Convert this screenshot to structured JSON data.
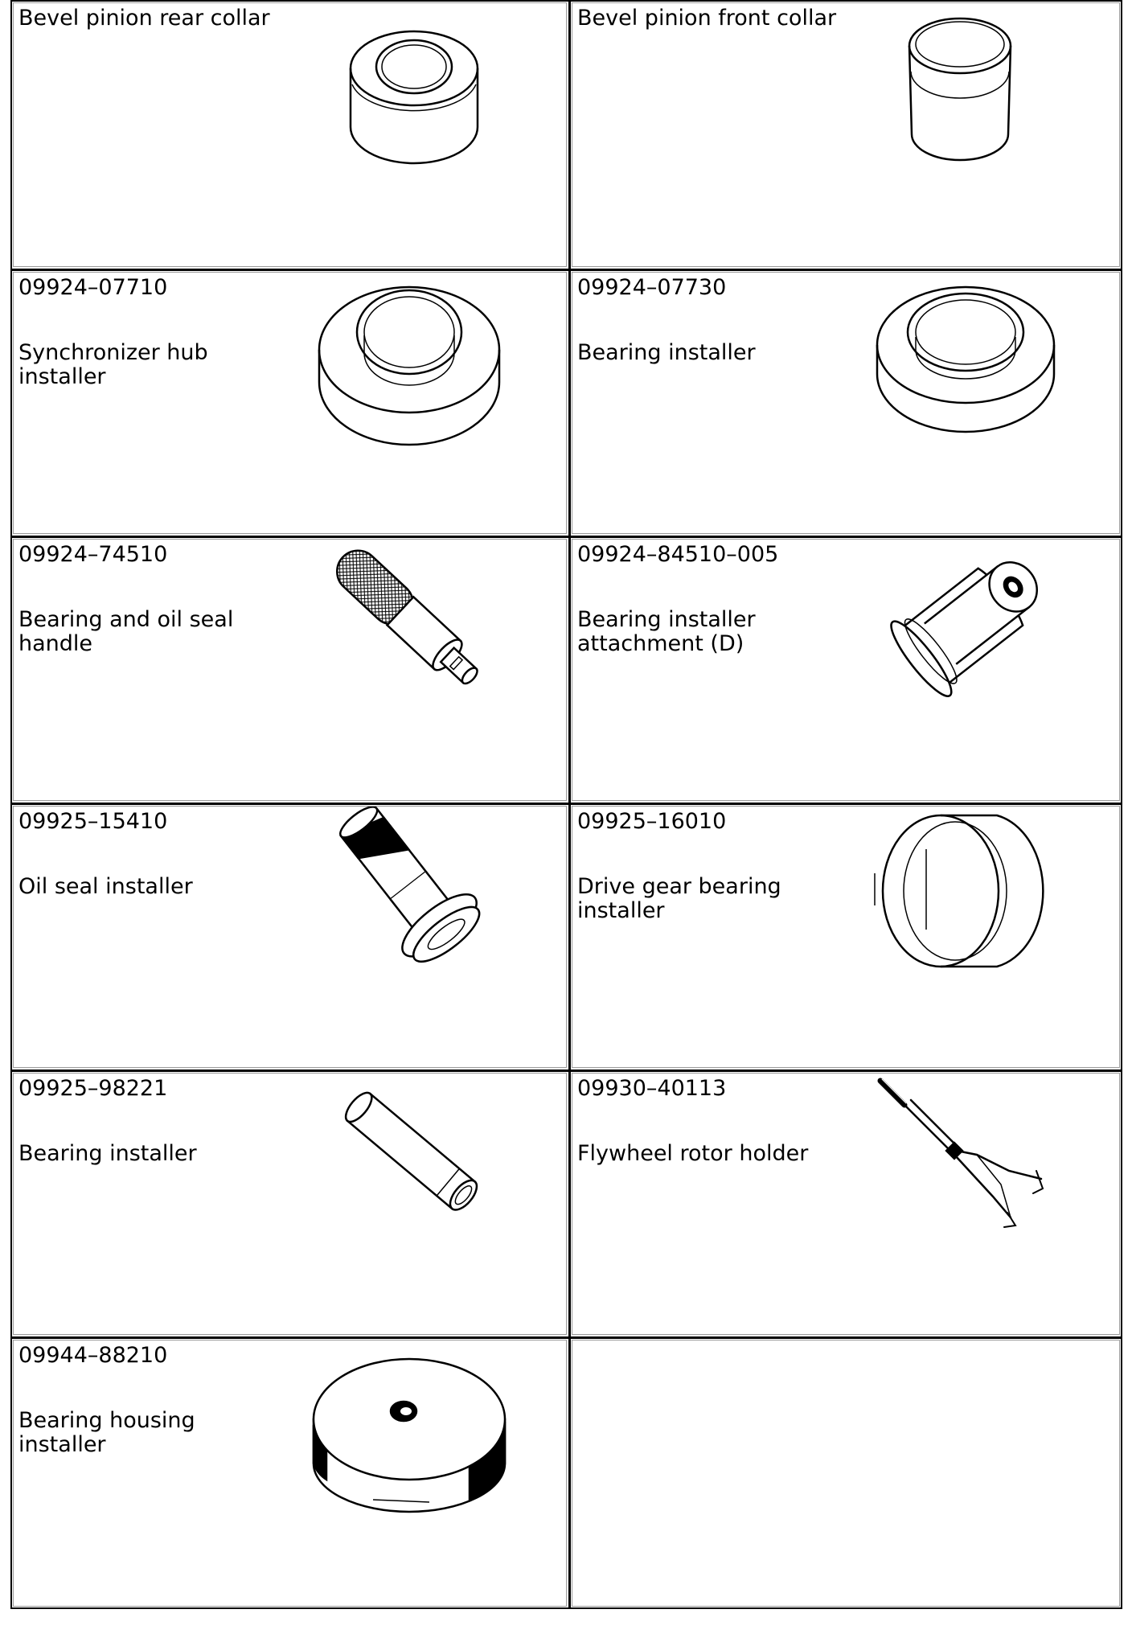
{
  "rows": [
    [
      {
        "part_no": "",
        "name": "Bevel pinion rear collar",
        "icon": "bevel-pinion-rear-collar-icon"
      },
      {
        "part_no": "",
        "name": "Bevel pinion front collar",
        "icon": "bevel-pinion-front-collar-icon"
      }
    ],
    [
      {
        "part_no": "09924–07710",
        "name": "Synchronizer hub installer",
        "icon": "synchronizer-hub-installer-icon"
      },
      {
        "part_no": "09924–07730",
        "name": "Bearing installer",
        "icon": "bearing-installer-ring-icon"
      }
    ],
    [
      {
        "part_no": "09924–74510",
        "name": "Bearing and oil seal handle",
        "icon": "bearing-oil-seal-handle-icon"
      },
      {
        "part_no": "09924–84510–005",
        "name": "Bearing installer attachment (D)",
        "icon": "bearing-installer-attachment-icon"
      }
    ],
    [
      {
        "part_no": "09925–15410",
        "name": "Oil seal installer",
        "icon": "oil-seal-installer-icon"
      },
      {
        "part_no": "09925–16010",
        "name": "Drive gear bearing installer",
        "icon": "drive-gear-bearing-installer-icon"
      }
    ],
    [
      {
        "part_no": "09925–98221",
        "name": "Bearing installer",
        "icon": "bearing-installer-rod-icon"
      },
      {
        "part_no": "09930–40113",
        "name": "Flywheel rotor holder",
        "icon": "flywheel-rotor-holder-icon"
      }
    ],
    [
      {
        "part_no": "09944–88210",
        "name": "Bearing housing installer",
        "icon": "bearing-housing-installer-icon"
      },
      {
        "part_no": "",
        "name": "",
        "icon": ""
      }
    ]
  ]
}
